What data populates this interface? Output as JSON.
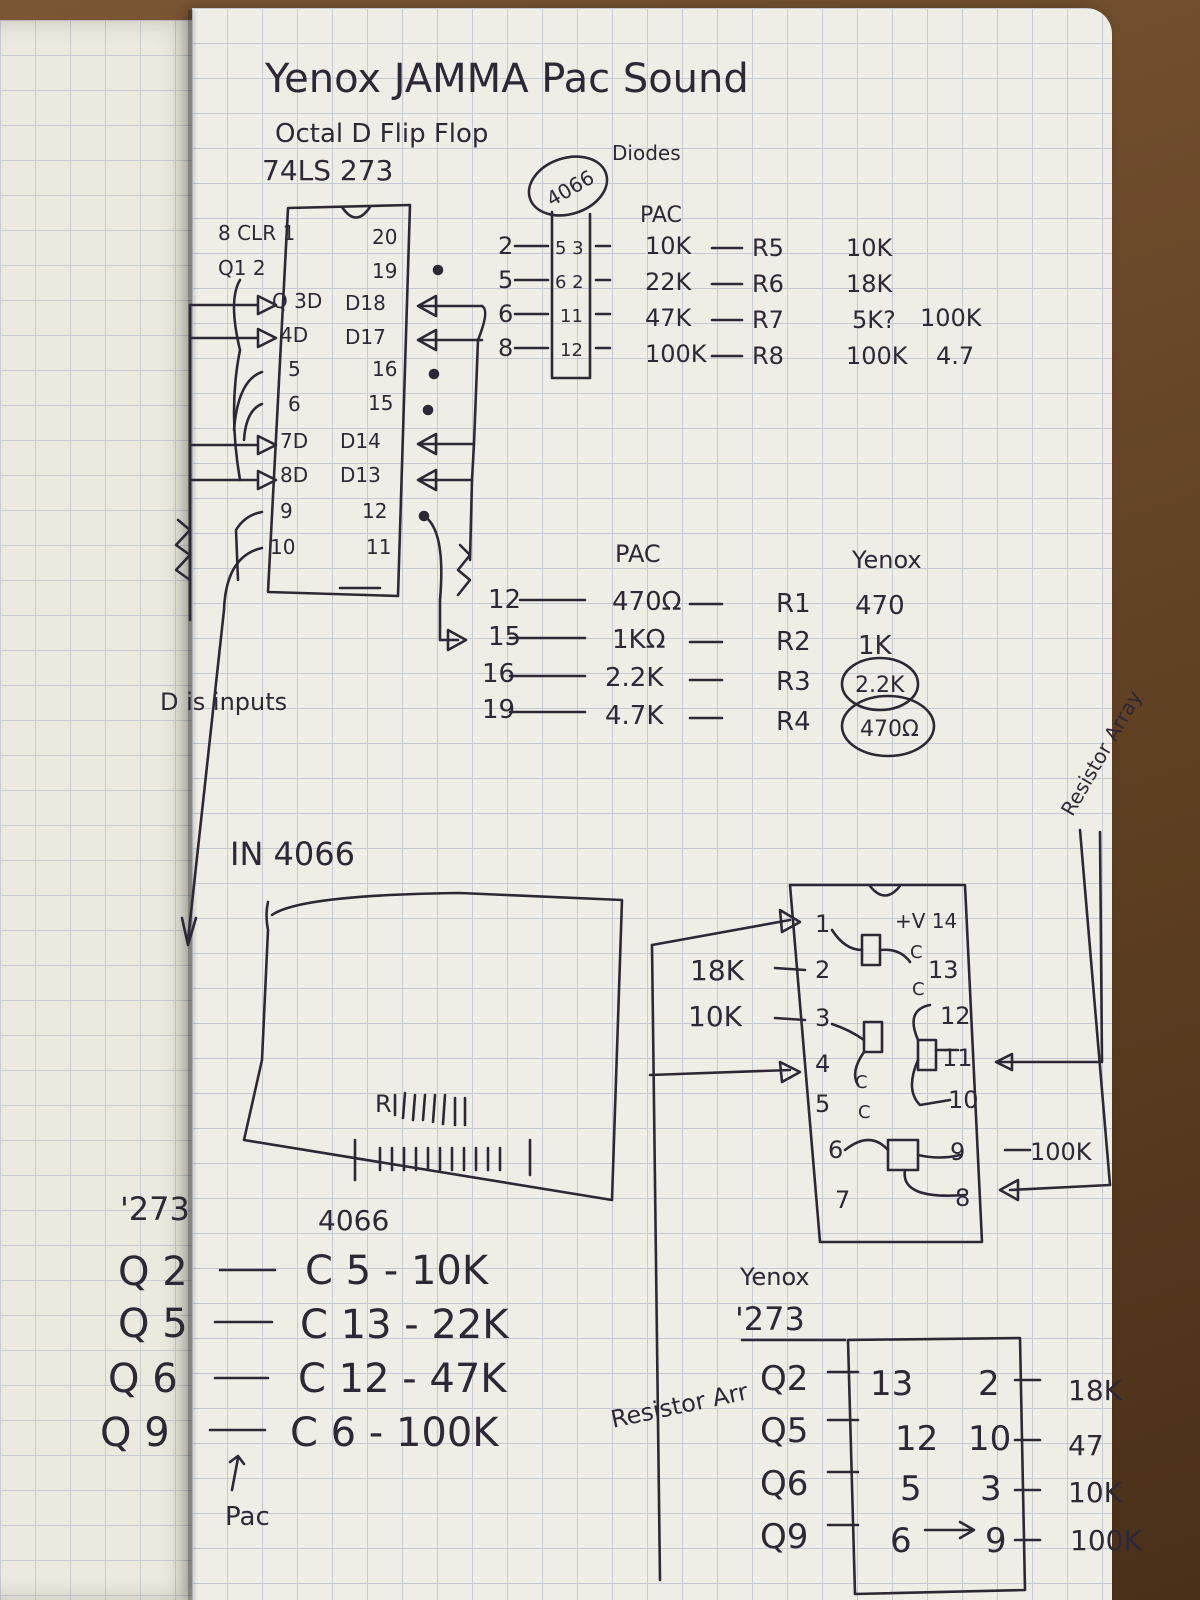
{
  "title": "Yenox JAMMA Pac Sound",
  "chip_273": {
    "description": "Octal D Flip Flop",
    "part": "74LS 273",
    "diodes_label": "Diodes",
    "left_pins": [
      "8 CLR 1",
      "Q1 2",
      "Q 3D",
      "4D",
      "5",
      "6",
      "7D",
      "8D",
      "9",
      "10"
    ],
    "right_pins": [
      "20",
      "19",
      "D18",
      "D17",
      "16",
      "15",
      "D14",
      "D13",
      "12",
      "11"
    ],
    "d_inputs_note": "D is inputs"
  },
  "pac_switch_table": {
    "header_chip": "4066",
    "header_pac": "PAC",
    "rows": [
      {
        "pin": "2",
        "sw": "5 3",
        "pac": "10K",
        "res": "R5",
        "yenox": "10K",
        "extra": ""
      },
      {
        "pin": "5",
        "sw": "6 2",
        "pac": "22K",
        "res": "R6",
        "yenox": "18K",
        "extra": ""
      },
      {
        "pin": "6",
        "sw": "11",
        "pac": "47K",
        "res": "R7",
        "yenox": "5K?",
        "extra": "100K"
      },
      {
        "pin": "8",
        "sw": "12",
        "pac": "100K",
        "res": "R8",
        "yenox": "100K",
        "extra": "4.7"
      }
    ]
  },
  "resistor_table": {
    "header_pac": "PAC",
    "header_yenox": "Yenox",
    "rows": [
      {
        "pin": "12",
        "pac": "470Ω",
        "res": "R1",
        "yenox": "470"
      },
      {
        "pin": "15",
        "pac": "1KΩ",
        "res": "R2",
        "yenox": "1K"
      },
      {
        "pin": "16",
        "pac": "2.2K",
        "res": "R3",
        "yenox": "2.2K"
      },
      {
        "pin": "19",
        "pac": "4.7K",
        "res": "R4",
        "yenox": "470Ω"
      }
    ]
  },
  "in_4066_label": "IN 4066",
  "board_chip_label": "R",
  "map_273_4066": {
    "header_a": "'273",
    "header_b": "4066",
    "rows": [
      {
        "q": "Q 2",
        "c": "C 5 - 10K"
      },
      {
        "q": "Q 5",
        "c": "C 13 - 22K"
      },
      {
        "q": "Q 6",
        "c": "C 12 - 47K"
      },
      {
        "q": "Q 9",
        "c": "C 6 - 100K"
      }
    ],
    "pac_note": "Pac"
  },
  "chip_4066_diagram": {
    "vcc": "+V 14",
    "left_pins": [
      "1",
      "2",
      "3",
      "4",
      "5",
      "6",
      "7"
    ],
    "right_pins": [
      "13",
      "12",
      "11",
      "10",
      "9",
      "8"
    ],
    "c_labels": [
      "C",
      "C",
      "C",
      "C"
    ],
    "res_18k": "18K",
    "res_10k": "10K",
    "res_100k": "100K",
    "resistor_array": "Resistor Array"
  },
  "yenox_map": {
    "header": "Yenox",
    "chip": "'273",
    "rows": [
      {
        "q": "Q2",
        "a": "13",
        "b": "2",
        "r": "18K"
      },
      {
        "q": "Q5",
        "a": "12",
        "b": "10",
        "r": "47"
      },
      {
        "q": "Q6",
        "a": "5",
        "b": "3",
        "r": "10K"
      },
      {
        "q": "Q9",
        "a": "6",
        "b": "9",
        "r": "100K"
      }
    ],
    "resistor_array": "Resistor Arr"
  }
}
